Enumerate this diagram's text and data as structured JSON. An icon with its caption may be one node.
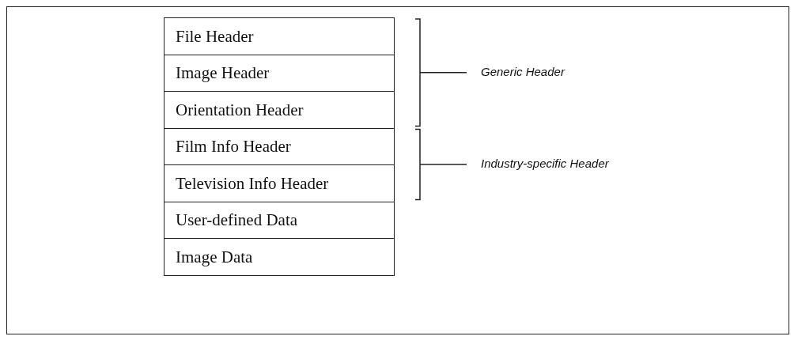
{
  "diagram": {
    "nodes": [
      {
        "text": [
          "File Header"
        ]
      },
      {
        "text": [
          "Image Header"
        ]
      },
      {
        "text": [
          "Orientation Header"
        ]
      },
      {
        "text": [
          "Film Info Header"
        ]
      },
      {
        "text": [
          "Television Info Header"
        ]
      },
      {
        "text": [
          "User-defined Data"
        ]
      },
      {
        "text": [
          "Image Data"
        ]
      }
    ],
    "edges": [],
    "labels": [
      "Generic Header",
      "Industry-specific Header"
    ]
  }
}
